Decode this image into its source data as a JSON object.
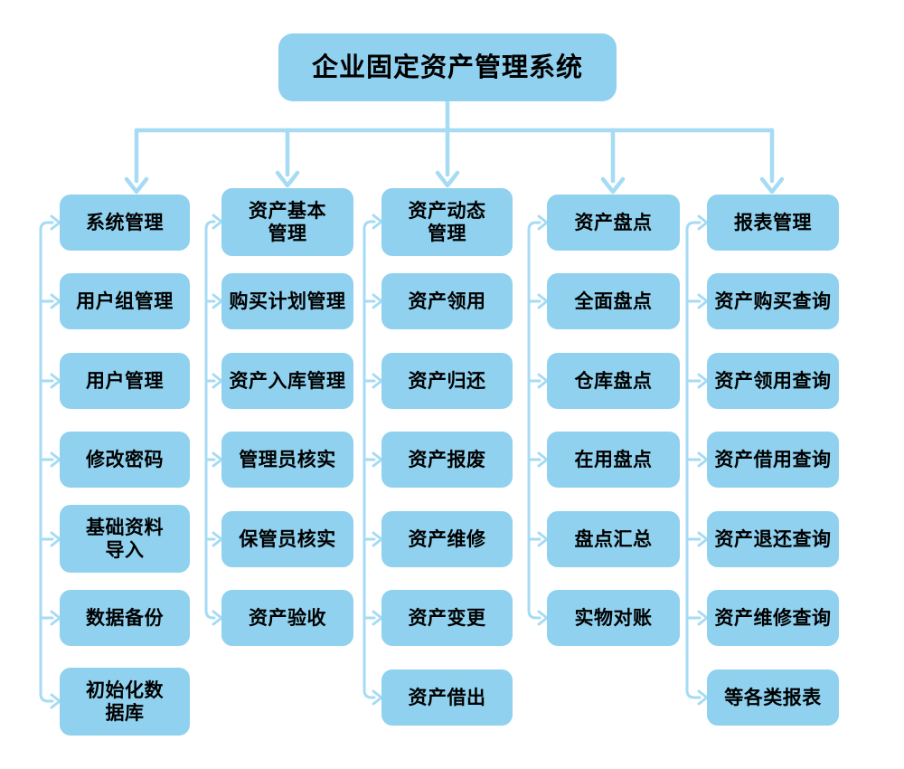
{
  "title": "企业固定资产管理系统",
  "colors": {
    "box": "#8FD1EE",
    "line": "#A6DBF4",
    "text": "#000000",
    "background": "#FFFFFF"
  },
  "columns": [
    {
      "header": "系统管理",
      "items": [
        "用户组管理",
        "用户管理",
        "修改密码",
        "基础资料\n导入",
        "数据备份",
        "初始化数\n据库"
      ]
    },
    {
      "header": "资产基本\n管理",
      "items": [
        "购买计划管理",
        "资产入库管理",
        "管理员核实",
        "保管员核实",
        "资产验收"
      ]
    },
    {
      "header": "资产动态\n管理",
      "items": [
        "资产领用",
        "资产归还",
        "资产报废",
        "资产维修",
        "资产变更",
        "资产借出"
      ]
    },
    {
      "header": "资产盘点",
      "items": [
        "全面盘点",
        "仓库盘点",
        "在用盘点",
        "盘点汇总",
        "实物对账"
      ]
    },
    {
      "header": "报表管理",
      "items": [
        "资产购买查询",
        "资产领用查询",
        "资产借用查询",
        "资产退还查询",
        "资产维修查询",
        "等各类报表"
      ]
    }
  ]
}
